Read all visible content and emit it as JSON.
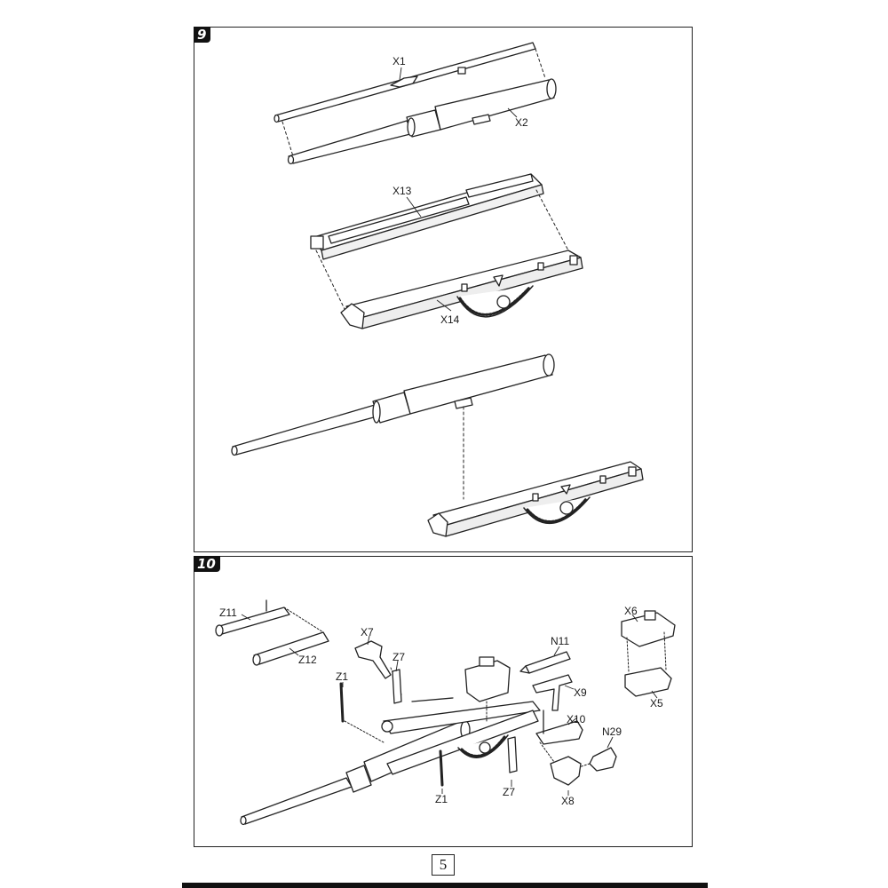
{
  "page": {
    "number": "5"
  },
  "step9": {
    "badge": "9",
    "labels": {
      "x1": "X1",
      "x2": "X2",
      "x13": "X13",
      "x14": "X14"
    }
  },
  "step10": {
    "badge": "10",
    "labels": {
      "z11": "Z11",
      "z12": "Z12",
      "x7": "X7",
      "z7_top": "Z7",
      "z1_top": "Z1",
      "n11": "N11",
      "x9": "X9",
      "x6": "X6",
      "x5": "X5",
      "x10": "X10",
      "n29": "N29",
      "z1_bottom": "Z1",
      "z7_bottom": "Z7",
      "x8": "X8"
    }
  }
}
